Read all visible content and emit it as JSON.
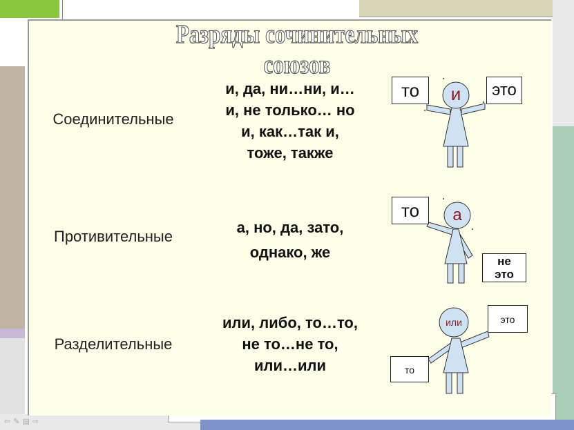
{
  "title": "Разряды сочинительных союзов",
  "rows": [
    {
      "category": "Соединительные",
      "conjunctions": [
        "и, да, ни…ни, и…",
        "и, не только… но",
        "и, как…так и,",
        "тоже, также"
      ],
      "figure": {
        "left_box": "то",
        "head": "и",
        "right_box": "это"
      }
    },
    {
      "category": "Противительные",
      "conjunctions": [
        "а, но, да, зато,",
        "однако, же"
      ],
      "figure": {
        "left_box": "то",
        "head": "а",
        "right_box_line1": "не",
        "right_box_line2": "это"
      }
    },
    {
      "category": "Разделительные",
      "conjunctions": [
        "или, либо, то…то,",
        "не то…не то,",
        "или…или"
      ],
      "figure": {
        "left_box": "то",
        "head": "или",
        "right_box": "это"
      }
    }
  ],
  "nav_icons": [
    "back-icon",
    "pen-icon",
    "menu-icon",
    "forward-icon"
  ],
  "colors": {
    "head_text": "#8b1a1a",
    "figure_fill": "#cfe2f3",
    "panel_bg": "#fffee9"
  }
}
